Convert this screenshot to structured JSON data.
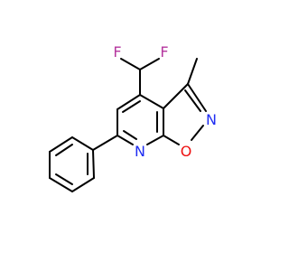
{
  "molecule": {
    "atoms": {
      "F1": {
        "symbol": "F",
        "color": "#b5369e"
      },
      "F2": {
        "symbol": "F",
        "color": "#b5369e"
      },
      "N1": {
        "symbol": "N",
        "color": "#1f2df2"
      },
      "N2": {
        "symbol": "N",
        "color": "#1f2df2"
      },
      "O1": {
        "symbol": "O",
        "color": "#ee1111"
      }
    },
    "bond_color": "#000000"
  }
}
